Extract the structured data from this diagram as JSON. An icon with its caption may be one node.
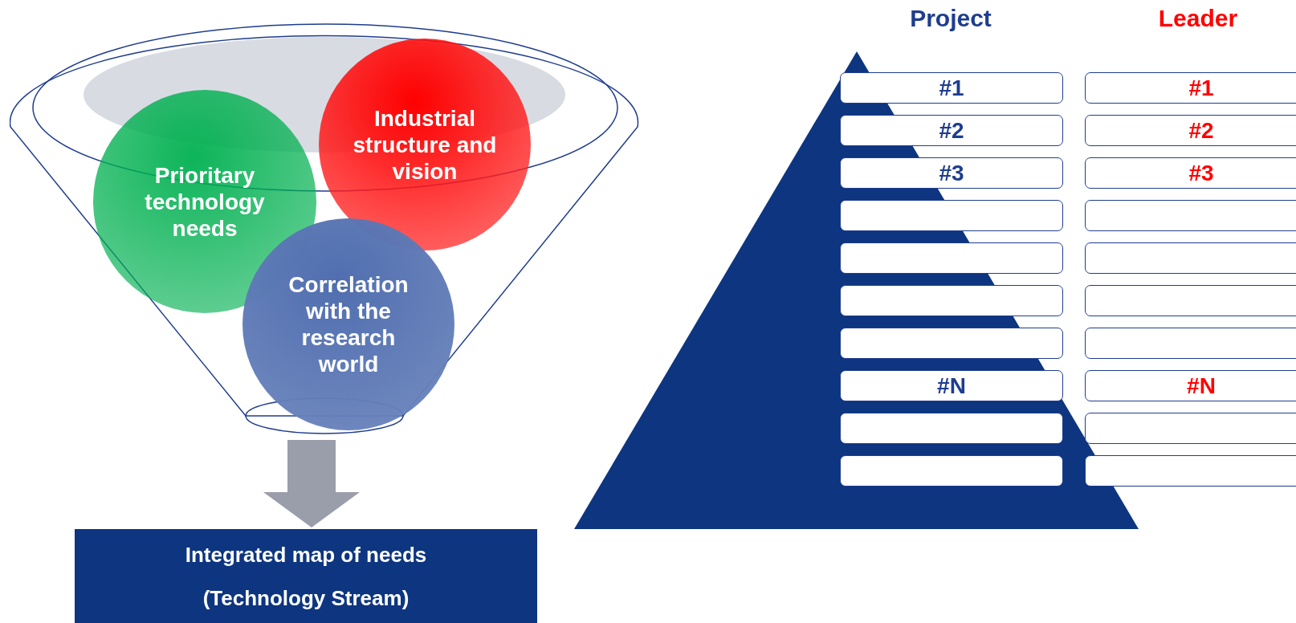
{
  "diagram": {
    "nodes": [
      {
        "text": [],
        "shape": "funnel"
      },
      {
        "text": [
          "Prioritary technology needs"
        ],
        "in": 0
      },
      {
        "text": [
          "Industrial structure and vision"
        ],
        "in": 0
      },
      {
        "text": [
          "Correlation with the research world"
        ],
        "in": 0
      },
      {
        "text": [
          "Integrated map of needs (Technology Stream)"
        ]
      },
      {
        "text": [
          "#1"
        ]
      },
      {
        "text": [
          "#1"
        ]
      },
      {
        "text": [
          "#2"
        ]
      },
      {
        "text": [
          "#2"
        ]
      },
      {
        "text": [
          "#3"
        ]
      },
      {
        "text": [
          "#3"
        ]
      },
      {
        "text": [],
        "shape": "box"
      },
      {
        "text": [],
        "shape": "box"
      },
      {
        "text": [],
        "shape": "box"
      },
      {
        "text": [],
        "shape": "box"
      },
      {
        "text": [],
        "shape": "box"
      },
      {
        "text": [],
        "shape": "box"
      },
      {
        "text": [],
        "shape": "box"
      },
      {
        "text": [],
        "shape": "box"
      },
      {
        "text": [
          "#N"
        ]
      },
      {
        "text": [
          "#N"
        ]
      },
      {
        "text": [],
        "shape": "box"
      },
      {
        "text": [],
        "shape": "box"
      },
      {
        "text": [],
        "shape": "box"
      },
      {
        "text": [],
        "shape": "box"
      }
    ],
    "edges": [
      {
        "from": 0,
        "to": 4,
        "arrow": "to"
      }
    ],
    "labels": [
      "Project",
      "Leader"
    ]
  }
}
